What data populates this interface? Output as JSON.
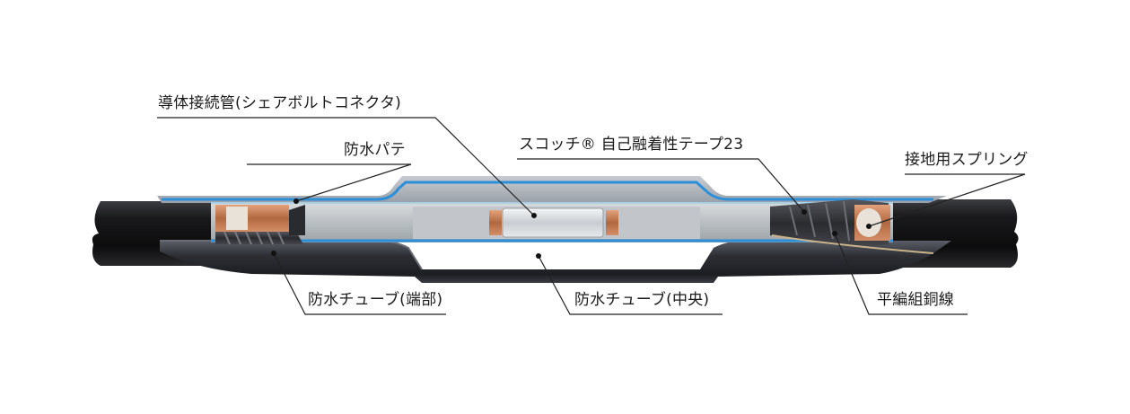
{
  "labels": {
    "conductor_connector": "導体接続管(シェアボルトコネクタ)",
    "waterproof_putty": "防水パテ",
    "scotch_tape": "スコッチ® 自己融着性テープ23",
    "ground_spring": "接地用スプリング",
    "tube_end": "防水チューブ(端部)",
    "tube_center": "防水チューブ(中央)",
    "braided_copper": "平編組銅線"
  },
  "colors": {
    "cable_jacket": "#1b1b1d",
    "tube": "#3a3c44",
    "tube_highlight": "#6a6d76",
    "blue_layer": "#2d8fd8",
    "light_blue_layer": "#a9cfe4",
    "inner_gray": "#c8cccf",
    "copper": "#c27a52",
    "leader": "#222222"
  }
}
